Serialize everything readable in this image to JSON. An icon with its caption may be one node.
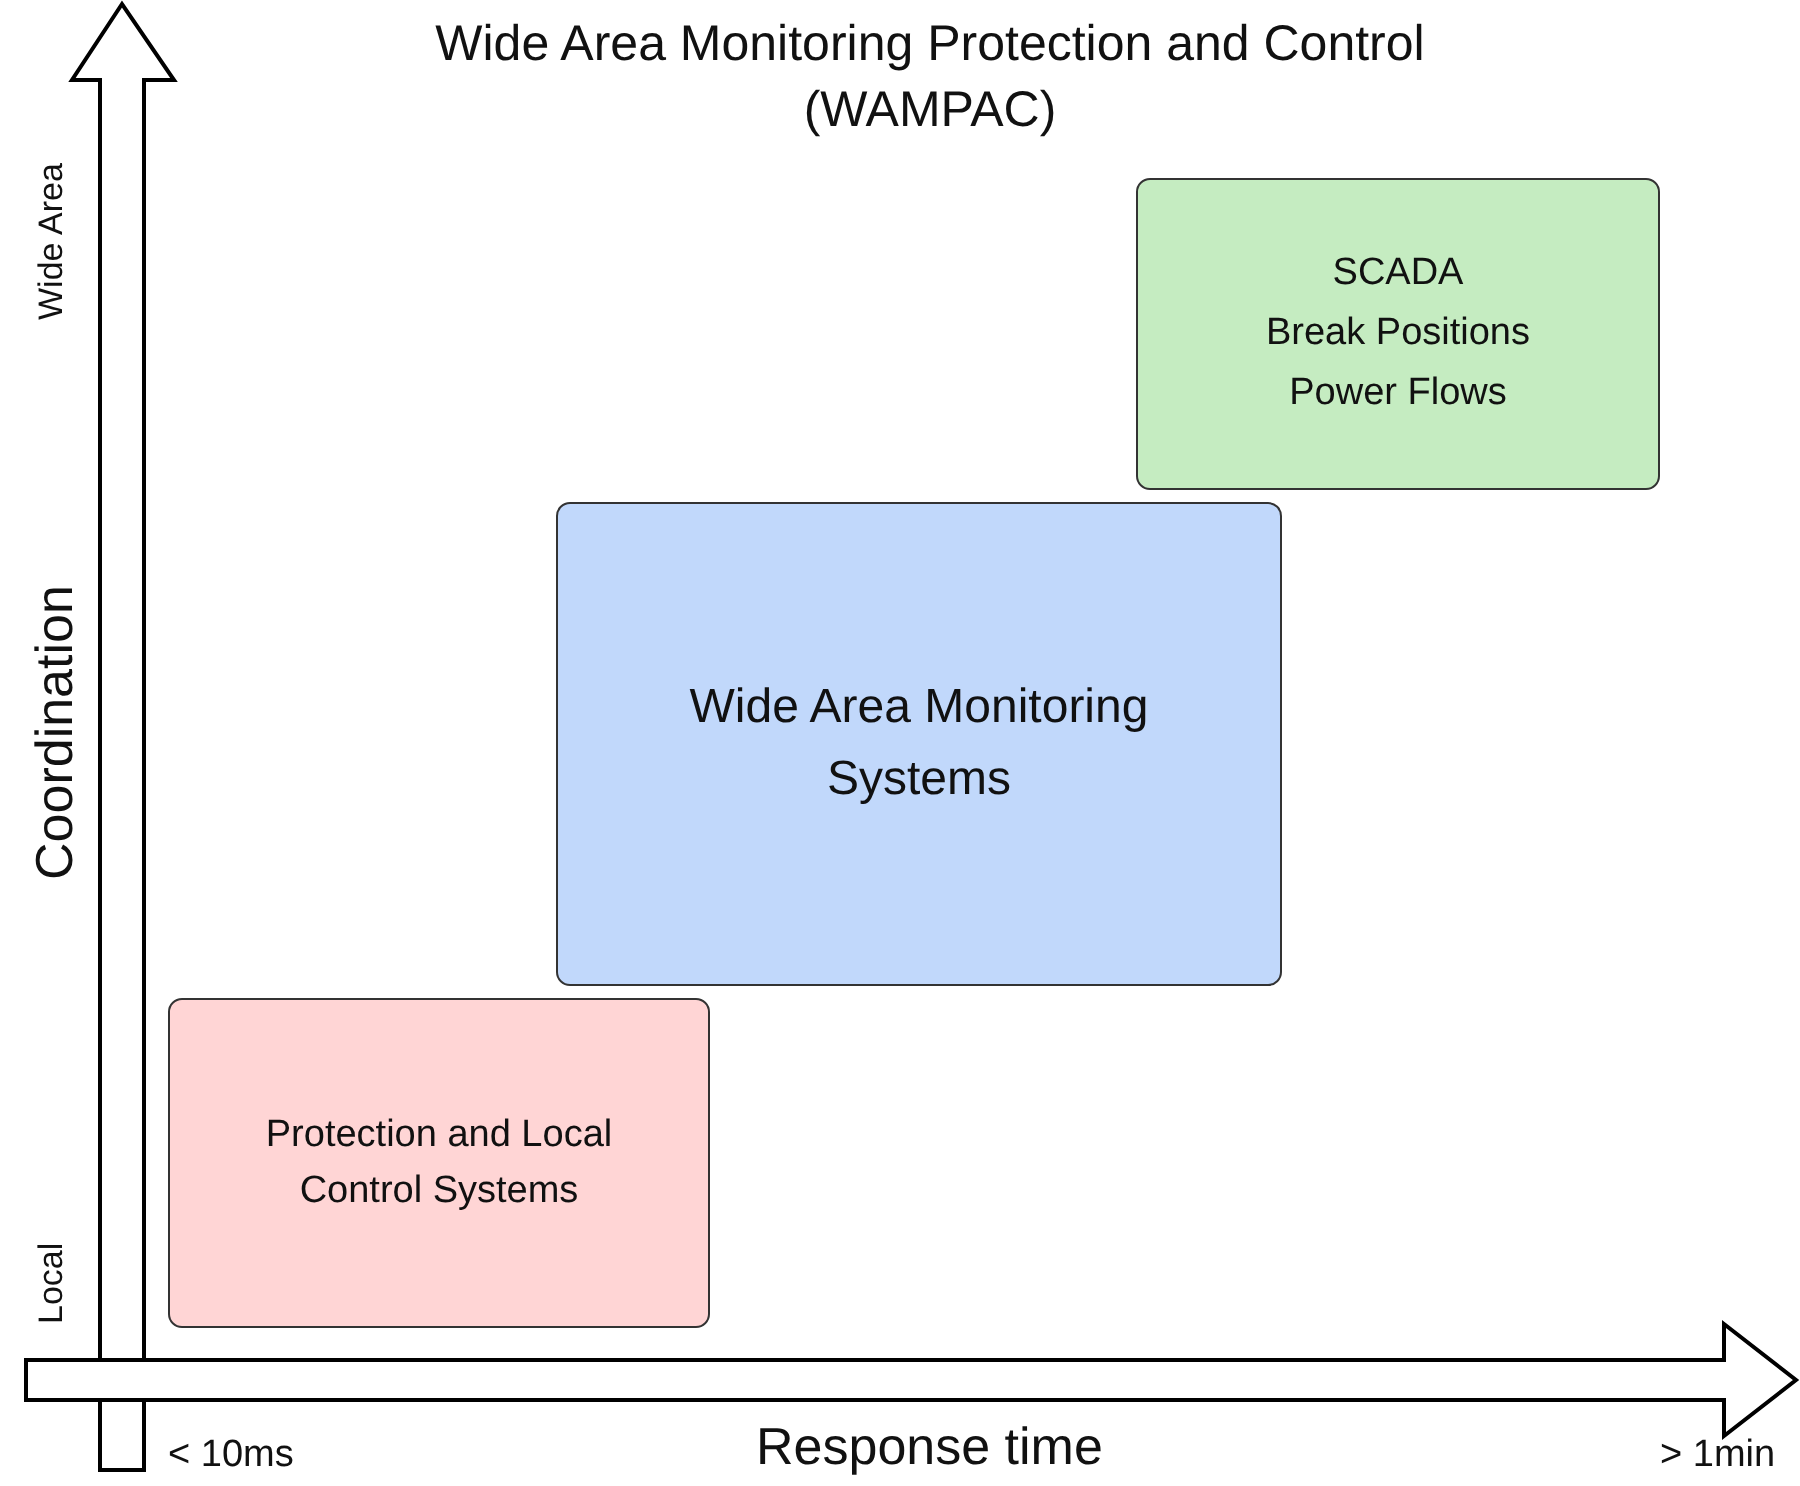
{
  "diagram": {
    "title": "Wide Area Monitoring Protection and Control (WAMPAC)",
    "nodes": [
      {
        "text": [
          "SCADA",
          "Break Positions",
          "Power Flows"
        ]
      },
      {
        "text": [
          "Wide Area Monitoring Systems"
        ]
      },
      {
        "text": [
          "Protection and Local Control Systems"
        ]
      }
    ],
    "labels": [
      "Wide Area",
      "Coordination",
      "Local",
      "< 10ms",
      "Response time",
      "> 1min"
    ]
  }
}
